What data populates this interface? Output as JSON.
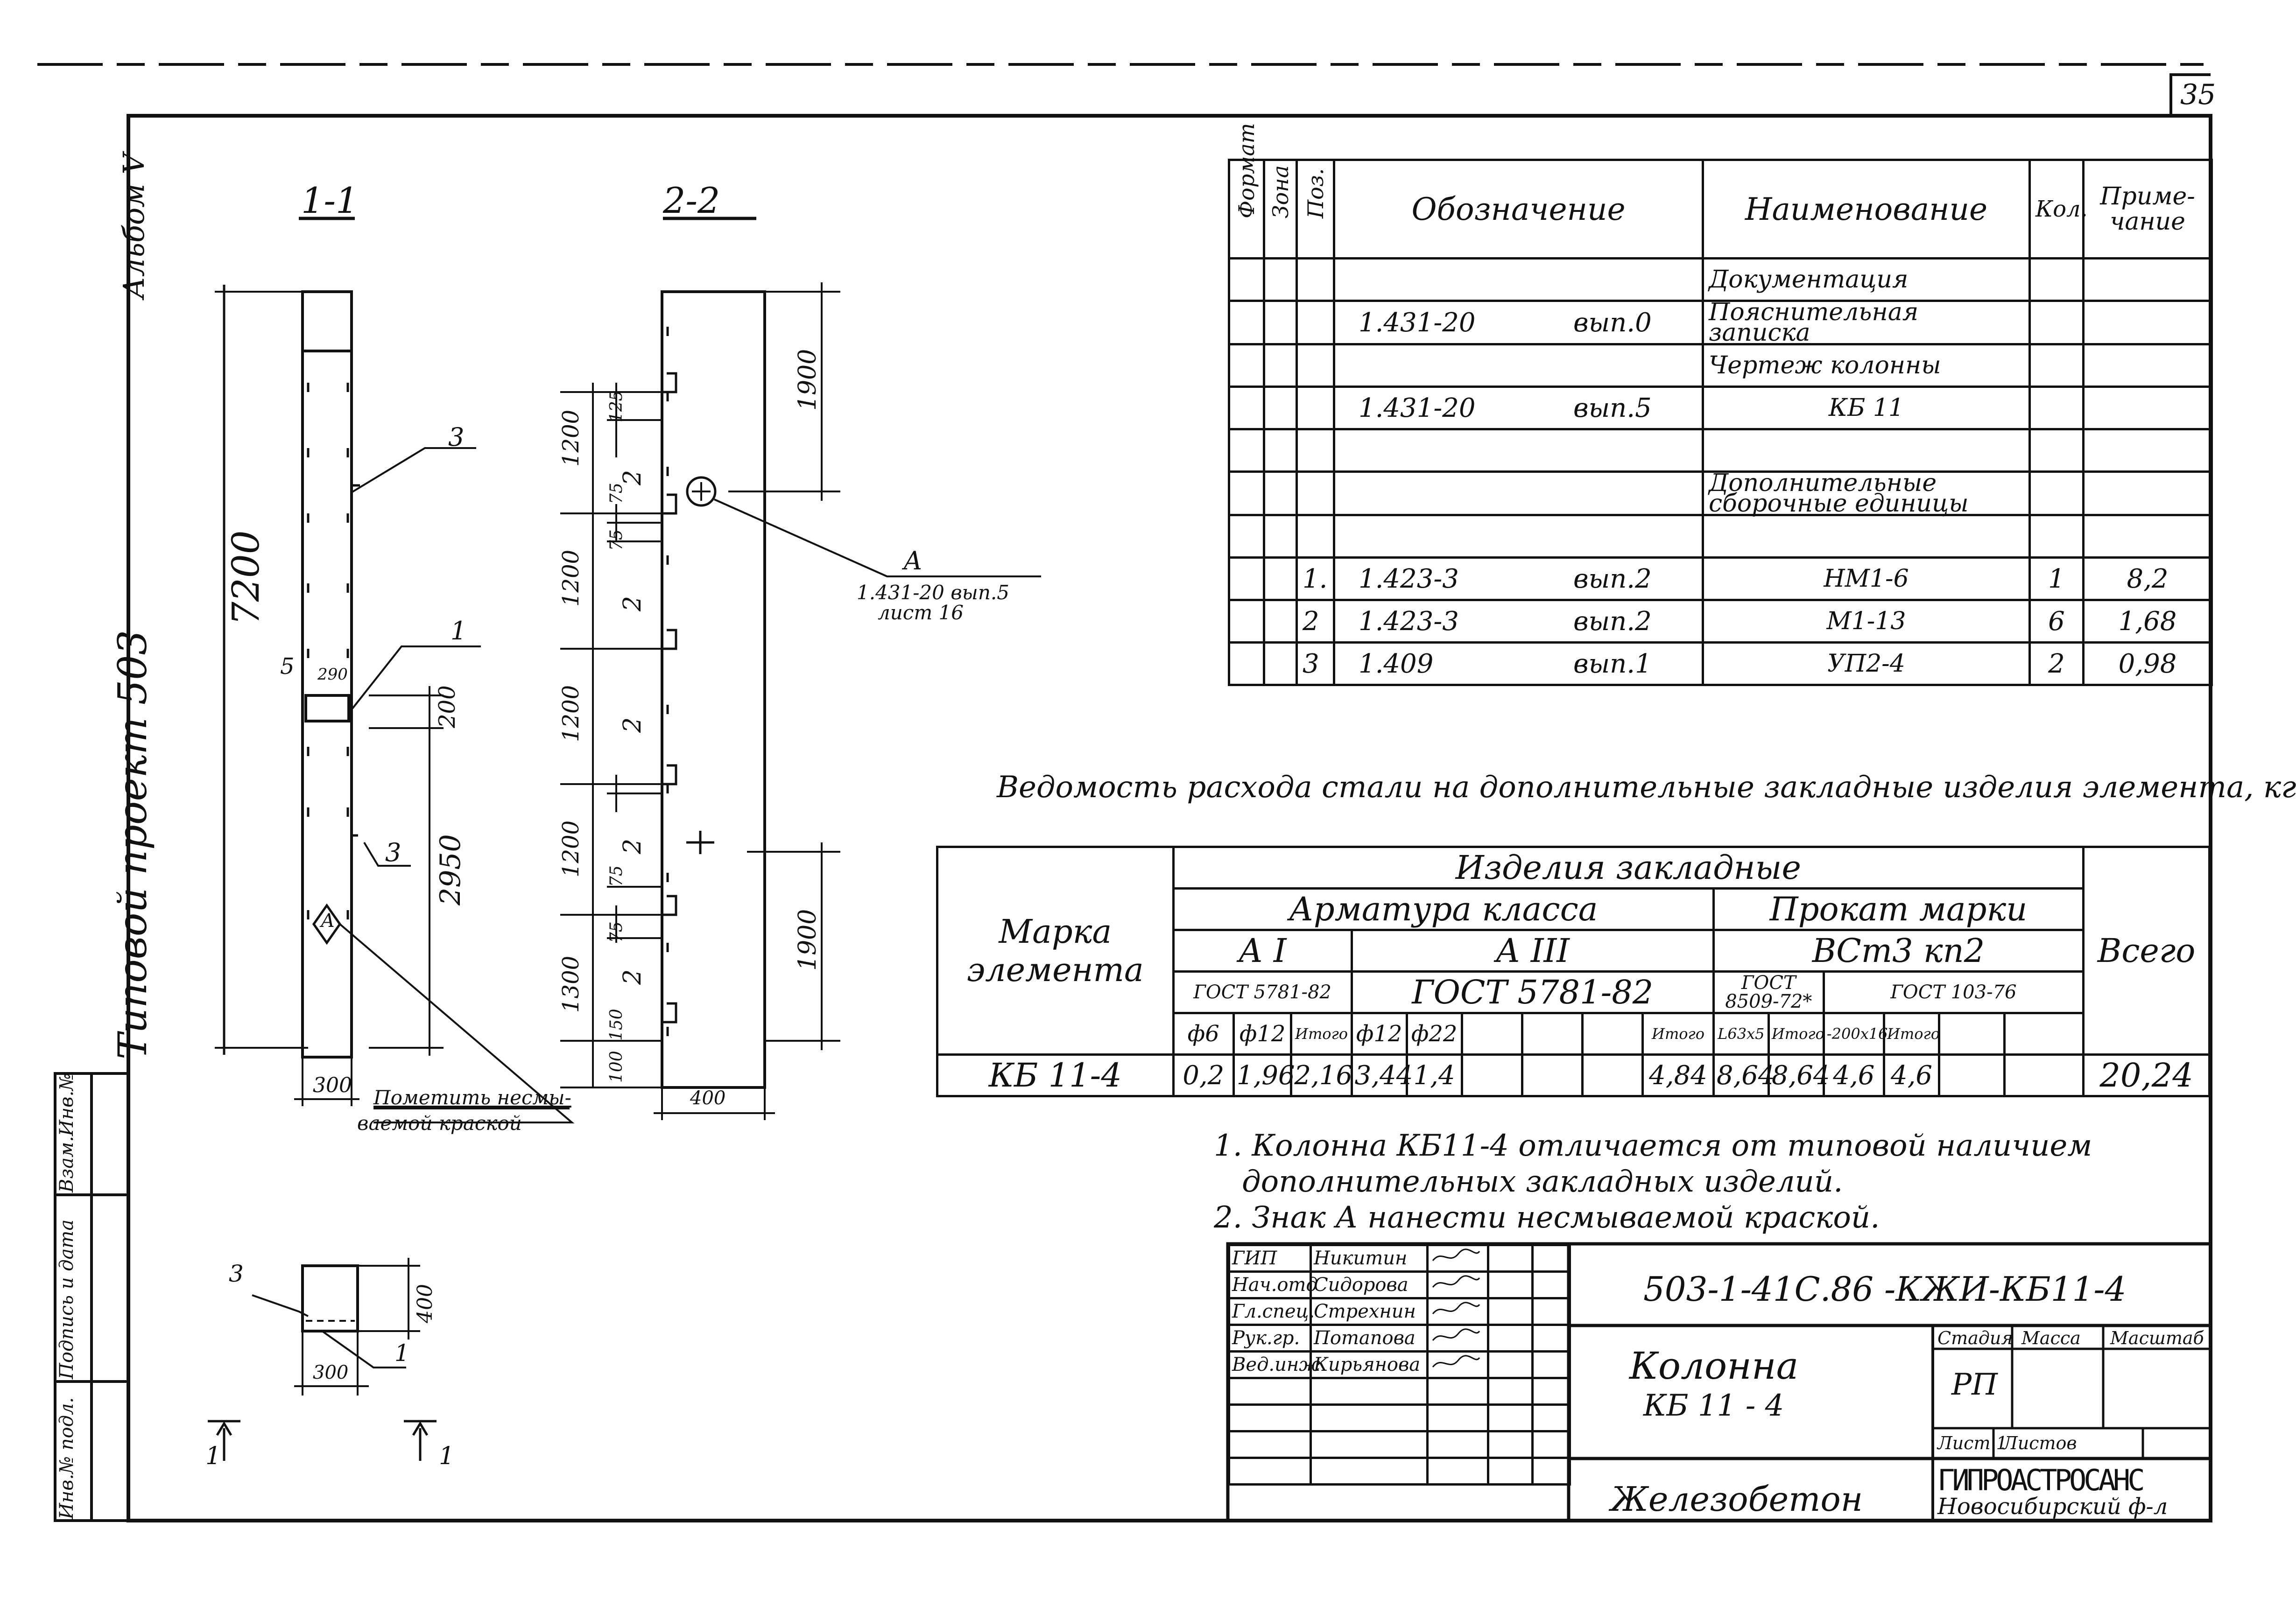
{
  "page": {
    "sheet_no": "35",
    "album": "Альбом V",
    "project": "Типовой проект 503"
  },
  "side_stamp": [
    "Инв.№ подл.",
    "Подпись и дата",
    "Взам.Инв.№"
  ],
  "sections": {
    "s11": {
      "title": "1-1",
      "height": "7200",
      "dim_5": "5",
      "dim_290": "290",
      "dim_200": "200",
      "dim_2950": "2950",
      "dim_300": "300",
      "callout_3a": "3",
      "callout_1": "1",
      "callout_3b": "3",
      "mark_a": "А",
      "note_line1": "Пометить несмы-",
      "note_line2": "ваемой краской"
    },
    "s22": {
      "title": "2-2",
      "dims_left": [
        "1200",
        "1200",
        "1200",
        "1200",
        "1300",
        "100"
      ],
      "dims_inner": [
        "125",
        "75",
        "75",
        "75",
        "75",
        "150"
      ],
      "pos": [
        "2",
        "2",
        "2",
        "2",
        "2"
      ],
      "dim_1900a": "1900",
      "dim_1900b": "1900",
      "dim_400": "400",
      "ref_a": "А",
      "ref_doc": "1.431-20 вып.5",
      "ref_sheet": "лист 16"
    },
    "plan": {
      "callout_3": "3",
      "callout_1": "1",
      "dim_400": "400",
      "dim_300": "300",
      "cut_left": "1",
      "cut_right": "1"
    }
  },
  "spec": {
    "headers": [
      "Формат",
      "Зона",
      "Поз.",
      "Обозначение",
      "Наименование",
      "Кол.",
      "Приме-чание"
    ],
    "rows": [
      {
        "pos": "",
        "code": "",
        "issue": "",
        "name": "Документация",
        "qty": "",
        "note": ""
      },
      {
        "pos": "",
        "code": "1.431-20",
        "issue": "вып.0",
        "name": "Пояснительная записка",
        "qty": "",
        "note": ""
      },
      {
        "pos": "",
        "code": "",
        "issue": "",
        "name": "Чертеж колонны",
        "qty": "",
        "note": ""
      },
      {
        "pos": "",
        "code": "1.431-20",
        "issue": "вып.5",
        "name": "КБ 11",
        "qty": "",
        "note": ""
      },
      {
        "pos": "",
        "code": "",
        "issue": "",
        "name": "",
        "qty": "",
        "note": ""
      },
      {
        "pos": "",
        "code": "",
        "issue": "",
        "name": "Дополнительные сборочные единицы",
        "qty": "",
        "note": ""
      },
      {
        "pos": "",
        "code": "",
        "issue": "",
        "name": "",
        "qty": "",
        "note": ""
      },
      {
        "pos": "1.",
        "code": "1.423-3",
        "issue": "вып.2",
        "name": "НМ1-6",
        "qty": "1",
        "note": "8,2"
      },
      {
        "pos": "2",
        "code": "1.423-3",
        "issue": "вып.2",
        "name": "М1-13",
        "qty": "6",
        "note": "1,68"
      },
      {
        "pos": "3",
        "code": "1.409",
        "issue": "вып.1",
        "name": "УП2-4",
        "qty": "2",
        "note": "0,98"
      }
    ]
  },
  "steel": {
    "title": "Ведомость расхода стали на дополнительные закладные изделия элемента, кг",
    "h_mark": "Марка элемента",
    "h_items": "Изделия закладные",
    "h_rebar": "Арматура класса",
    "h_rolled": "Прокат марки",
    "h_total": "Всего",
    "h_ai": "А I",
    "h_aiii": "А III",
    "h_vst": "ВСт3 кп2",
    "h_gost_a1": "ГОСТ 5781-82",
    "h_gost_a3": "ГОСТ 5781-82",
    "h_gost_8509": "ГОСТ 8509-72*",
    "h_gost_103": "ГОСТ 103-76",
    "cols": [
      "ф6",
      "ф12",
      "Итого",
      "ф12",
      "ф22",
      "",
      "",
      "",
      "Итого",
      "L63х5",
      "Итого",
      "-200х16",
      "Итого",
      "",
      ""
    ],
    "row": {
      "mark": "КБ 11-4",
      "vals": [
        "0,2",
        "1,96",
        "2,16",
        "3,44",
        "1,4",
        "",
        "",
        "",
        "4,84",
        "8,64",
        "8,64",
        "4,6",
        "4,6",
        "",
        ""
      ],
      "total": "20,24"
    }
  },
  "notes": [
    "1. Колонна КБ11-4 отличается от типовой наличием",
    "дополнительных закладных изделий.",
    "2. Знак А нанести несмываемой краской."
  ],
  "title_block": {
    "doc_code": "503-1-41С.86 -КЖИ-КБ11-4",
    "title_line1": "Колонна",
    "title_line2": "КБ 11 - 4",
    "material": "Железобетон",
    "stage_h": "Стадия",
    "mass_h": "Масса",
    "scale_h": "Масштаб",
    "stage": "РП",
    "sheet_h": "Лист 1",
    "sheets_h": "Листов",
    "org1": "ГИПРОАСТРОСАНС",
    "org2": "Новосибирский ф-л",
    "roles": [
      {
        "role": "ГИП",
        "name": "Никитин"
      },
      {
        "role": "Нач.отд",
        "name": "Сидорова"
      },
      {
        "role": "Гл.спец.",
        "name": "Стрехнин"
      },
      {
        "role": "Рук.гр.",
        "name": "Потапова"
      },
      {
        "role": "Вед.инж",
        "name": "Кирьянова"
      }
    ]
  }
}
